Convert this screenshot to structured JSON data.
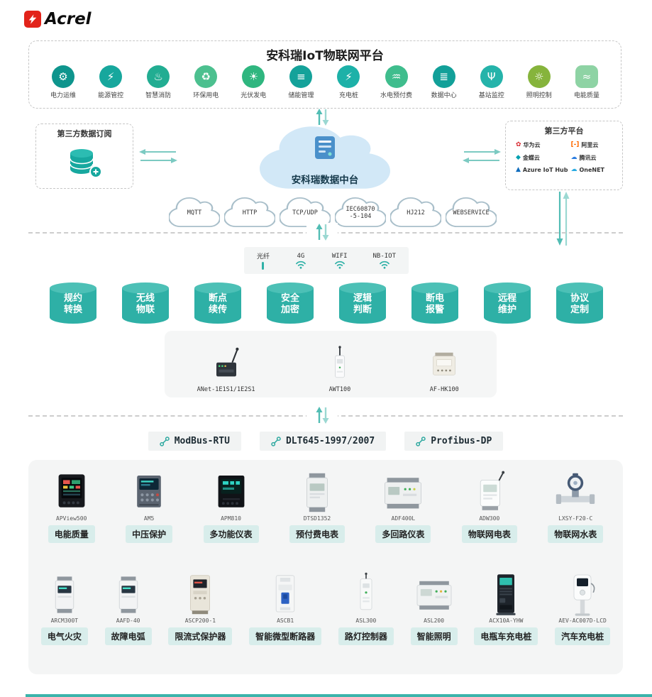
{
  "brand": {
    "name": "Acrel"
  },
  "platform": {
    "title": "安科瑞IoT物联网平台",
    "apps": [
      {
        "label": "电力运维",
        "icon": "power-ops-icon",
        "glyph": "⚙",
        "color": "#0e958d"
      },
      {
        "label": "能源管控",
        "icon": "energy-mgmt-icon",
        "glyph": "⚡",
        "color": "#17a79d"
      },
      {
        "label": "智慧消防",
        "icon": "fire-safety-icon",
        "glyph": "♨",
        "color": "#22ad92"
      },
      {
        "label": "环保用电",
        "icon": "eco-power-icon",
        "glyph": "♻",
        "color": "#4cc08f"
      },
      {
        "label": "光伏发电",
        "icon": "solar-icon",
        "glyph": "☀",
        "color": "#2fb67f"
      },
      {
        "label": "储能管理",
        "icon": "energy-storage-icon",
        "glyph": "≡",
        "color": "#14a29a"
      },
      {
        "label": "充电桩",
        "icon": "charging-pile-icon",
        "glyph": "⚡",
        "color": "#1db1a8"
      },
      {
        "label": "水电预付费",
        "icon": "prepaid-water-power-icon",
        "glyph": "♒",
        "color": "#3fbd8d"
      },
      {
        "label": "数据中心",
        "icon": "datacenter-icon",
        "glyph": "≣",
        "color": "#12a099"
      },
      {
        "label": "基站监控",
        "icon": "basestation-icon",
        "glyph": "Ψ",
        "color": "#25b3aa"
      },
      {
        "label": "照明控制",
        "icon": "lighting-icon",
        "glyph": "☼",
        "color": "#86b43c"
      },
      {
        "label": "电能质量",
        "icon": "power-quality-icon",
        "glyph": "≈",
        "color": "#8ed3a4",
        "shape": "square"
      }
    ]
  },
  "exchange": {
    "left": {
      "title": "第三方数据订阅",
      "icon": "database-plus-icon"
    },
    "cloud": {
      "label": "安科瑞数据中台",
      "icon": "cloud-server-icon"
    },
    "right": {
      "title": "第三方平台",
      "vendors": [
        {
          "name": "华为云",
          "glyph": "✿",
          "color": "#d7282f"
        },
        {
          "name": "阿里云",
          "glyph": "[-]",
          "color": "#ff6a00"
        },
        {
          "name": "金蝶云",
          "glyph": "◆",
          "color": "#00a0b0"
        },
        {
          "name": "腾讯云",
          "glyph": "☁",
          "color": "#2a7de1"
        },
        {
          "name": "Azure IoT Hub",
          "glyph": "▲",
          "color": "#0f6cbd"
        },
        {
          "name": "OneNET",
          "glyph": "☁",
          "color": "#29abe2"
        }
      ]
    }
  },
  "transports": [
    {
      "line1": "MQTT",
      "line2": ""
    },
    {
      "line1": "HTTP",
      "line2": ""
    },
    {
      "line1": "TCP/UDP",
      "line2": ""
    },
    {
      "line1": "IEC60870",
      "line2": "-5-104"
    },
    {
      "line1": "HJ212",
      "line2": ""
    },
    {
      "line1": "WEBSERVICE",
      "line2": ""
    }
  ],
  "connectivity": [
    {
      "label": "光纤",
      "icon": "fiber"
    },
    {
      "label": "4G",
      "icon": "wifi"
    },
    {
      "label": "WIFI",
      "icon": "wifi"
    },
    {
      "label": "NB-IOT",
      "icon": "wifi"
    }
  ],
  "capabilities": [
    {
      "line1": "规约",
      "line2": "转换"
    },
    {
      "line1": "无线",
      "line2": "物联"
    },
    {
      "line1": "断点",
      "line2": "续传"
    },
    {
      "line1": "安全",
      "line2": "加密"
    },
    {
      "line1": "逻辑",
      "line2": "判断"
    },
    {
      "line1": "断电",
      "line2": "报警"
    },
    {
      "line1": "远程",
      "line2": "维护"
    },
    {
      "line1": "协议",
      "line2": "定制"
    }
  ],
  "gateways": [
    {
      "model": "ANet-1E1S1/1E2S1",
      "thumb": "gw-anet"
    },
    {
      "model": "AWT100",
      "thumb": "gw-awt"
    },
    {
      "model": "AF-HK100",
      "thumb": "gw-afhk"
    }
  ],
  "fieldbus": [
    {
      "label": "ModBus-RTU"
    },
    {
      "label": "DLT645-1997/2007"
    },
    {
      "label": "Profibus-DP"
    }
  ],
  "devices": {
    "row1": [
      {
        "model": "APView500",
        "label": "电能质量",
        "thumb": "panel-color"
      },
      {
        "model": "AM5",
        "label": "中压保护",
        "thumb": "relay"
      },
      {
        "model": "APM810",
        "label": "多功能仪表",
        "thumb": "meter-black"
      },
      {
        "model": "DTSD1352",
        "label": "预付费电表",
        "thumb": "din-meter"
      },
      {
        "model": "ADF400L",
        "label": "多回路仪表",
        "thumb": "din-wide"
      },
      {
        "model": "ADW300",
        "label": "物联网电表",
        "thumb": "iot-meter"
      },
      {
        "model": "LXSY-F20-C",
        "label": "物联网水表",
        "thumb": "water"
      }
    ],
    "row2": [
      {
        "model": "ARCM300T",
        "label": "电气火灾",
        "thumb": "din-small"
      },
      {
        "model": "AAFD-40",
        "label": "故障电弧",
        "thumb": "din-small"
      },
      {
        "model": "ASCP200-1",
        "label": "限流式保护器",
        "thumb": "din-tall"
      },
      {
        "model": "ASCB1",
        "label": "智能微型断路器",
        "thumb": "breaker"
      },
      {
        "model": "ASL300",
        "label": "路灯控制器",
        "thumb": "slim"
      },
      {
        "model": "ASL200",
        "label": "智能照明",
        "thumb": "din-wide2"
      },
      {
        "model": "ACX10A-YHW",
        "label": "电瓶车充电桩",
        "thumb": "cabinet"
      },
      {
        "model": "AEV-AC007D-LCD",
        "label": "汽车充电桩",
        "thumb": "ev"
      }
    ]
  }
}
